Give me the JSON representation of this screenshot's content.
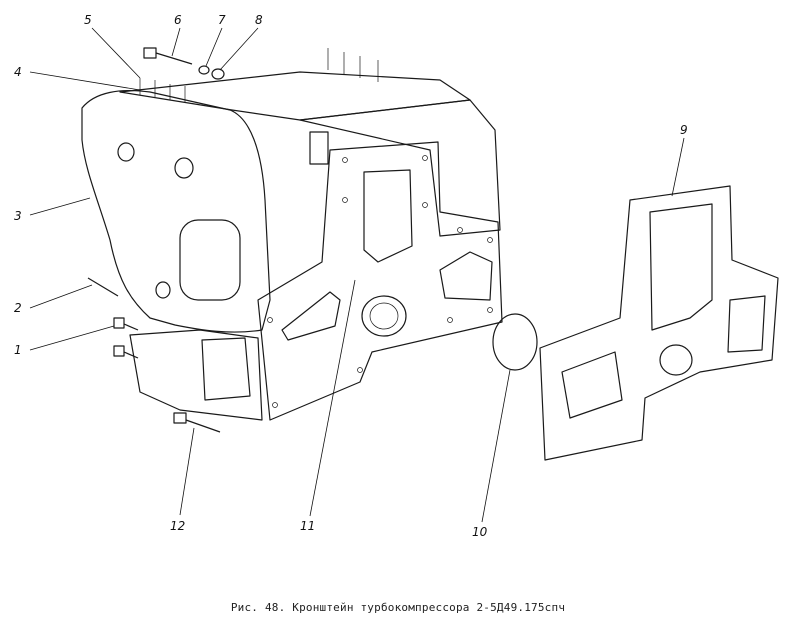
{
  "figure": {
    "caption": "Рис. 48. Кронштейн турбокомпрессора 2-5Д49.175спч",
    "callouts": [
      "1",
      "2",
      "3",
      "4",
      "5",
      "6",
      "7",
      "8",
      "9",
      "10",
      "11",
      "12"
    ]
  },
  "colors": {
    "ink": "#1a1a1a",
    "paper": "#ffffff"
  }
}
